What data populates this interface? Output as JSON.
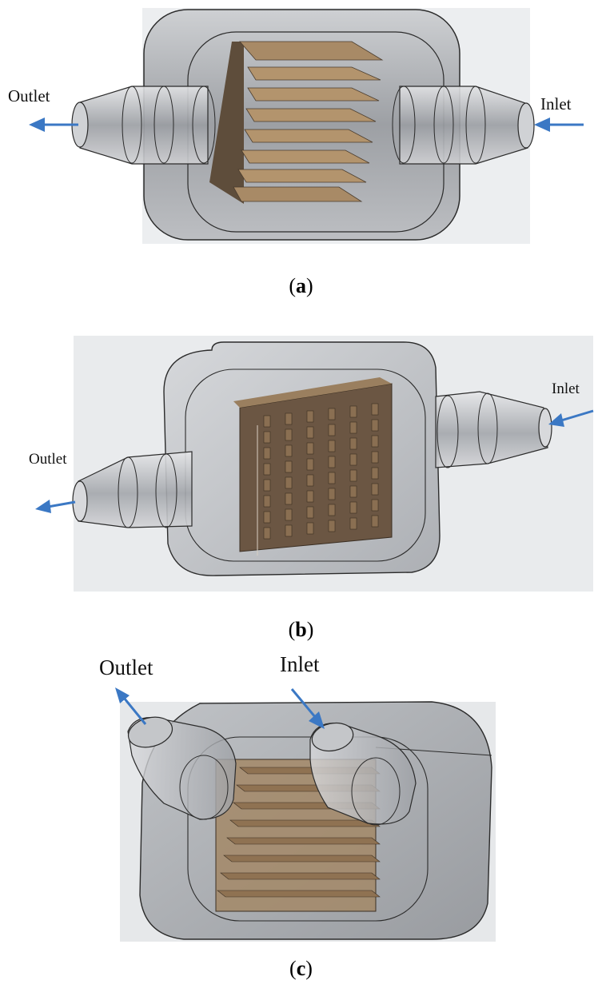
{
  "panels": [
    {
      "id": "a",
      "caption_letter": "a",
      "outlet_label": "Outlet",
      "inlet_label": "Inlet"
    },
    {
      "id": "b",
      "caption_letter": "b",
      "outlet_label": "Outlet",
      "inlet_label": "Inlet"
    },
    {
      "id": "c",
      "caption_letter": "c",
      "outlet_label": "Outlet",
      "inlet_label": "Inlet"
    }
  ],
  "colors": {
    "housing_fill": "#9b9ea3",
    "housing_stroke": "#2b2b2b",
    "fin_fill": "#a88a66",
    "fin_dark": "#6e5a44",
    "arrow": "#3b78c4"
  }
}
